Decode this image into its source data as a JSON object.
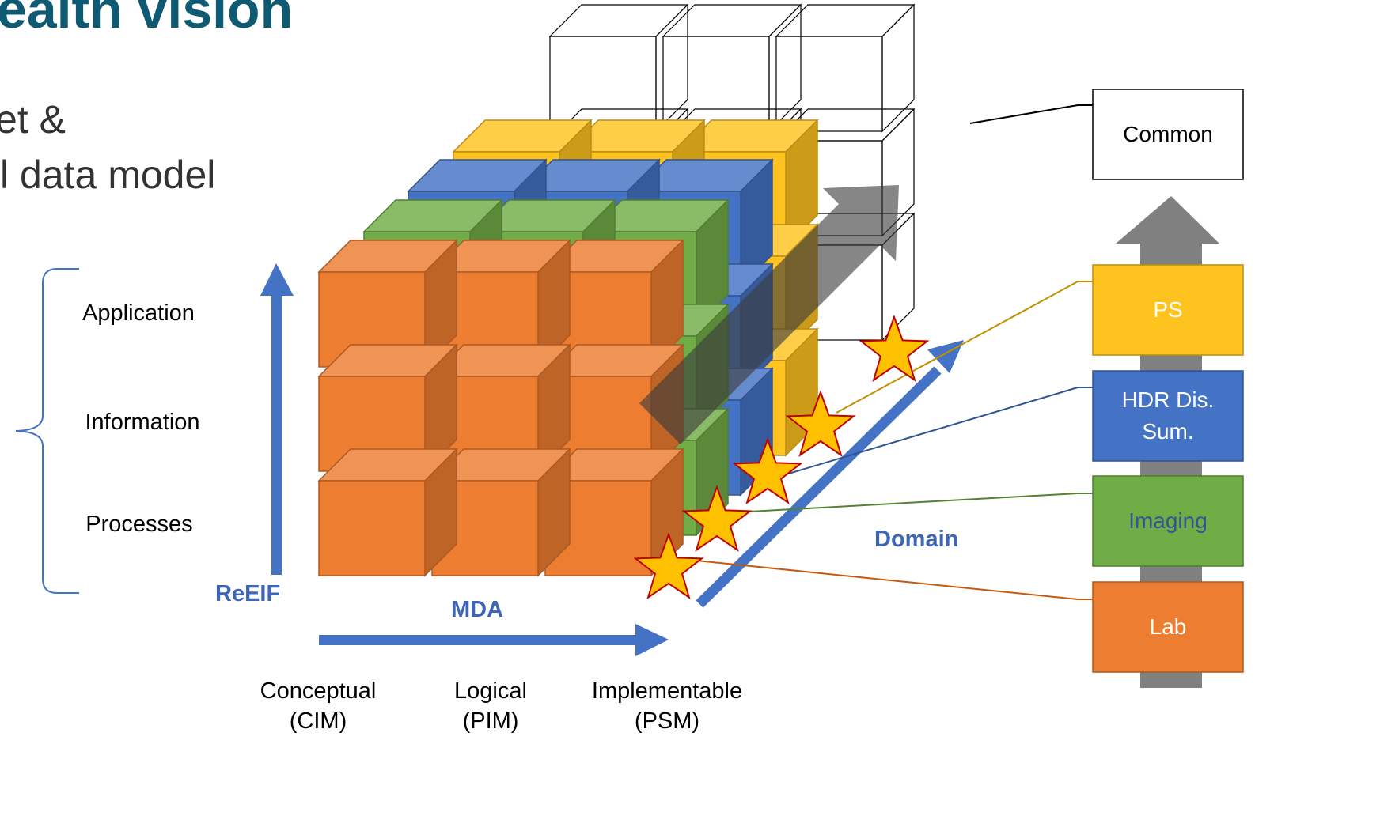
{
  "title": "ealth vision",
  "subtitle_lines": [
    "et &",
    "l data model"
  ],
  "layers": [
    "Application",
    "Information",
    "Processes"
  ],
  "axes": {
    "vertical": "ReEIF",
    "horizontal": "MDA",
    "depth": "Domain"
  },
  "mda_levels": [
    {
      "name": "Conceptual",
      "abbr": "(CIM)"
    },
    {
      "name": "Logical",
      "abbr": "(PIM)"
    },
    {
      "name": "Implementable",
      "abbr": "(PSM)"
    }
  ],
  "domains": [
    {
      "label": "Common",
      "color": "#ffffff",
      "text_color": "#000000"
    },
    {
      "label": "PS",
      "color": "#ffc31f",
      "text_color": "#ffffff"
    },
    {
      "label": "HDR Dis. Sum.",
      "color": "#4472c4",
      "text_color": "#ffffff"
    },
    {
      "label": "Imaging",
      "color": "#70ad47",
      "text_color": "#2f5597"
    },
    {
      "label": "Lab",
      "color": "#ed7d31",
      "text_color": "#ffffff"
    }
  ],
  "colors": {
    "orange": "#ed7d31",
    "green": "#70ad47",
    "blue": "#4472c4",
    "yellow": "#ffc31f",
    "arrow_blue": "#4472c4",
    "arrow_gray": "#808080",
    "star_fill": "#ffc000",
    "star_stroke": "#c00000"
  }
}
